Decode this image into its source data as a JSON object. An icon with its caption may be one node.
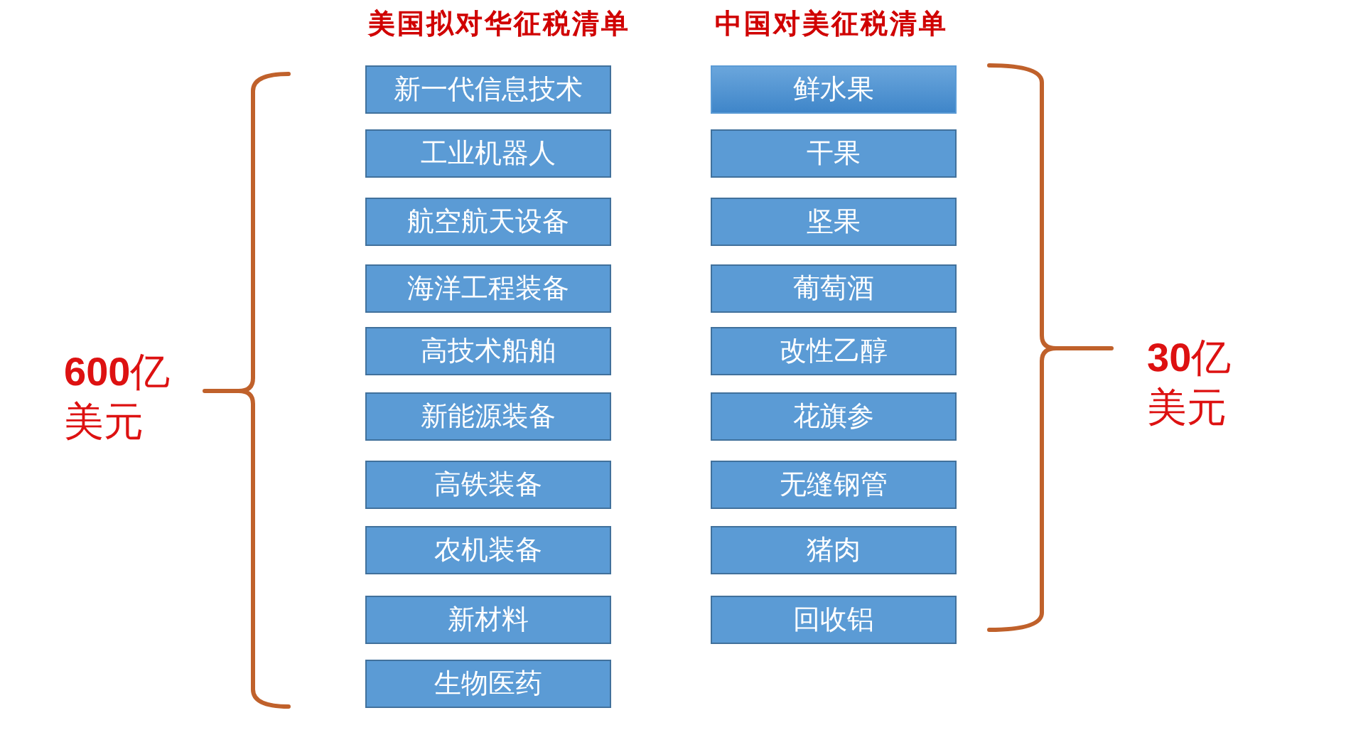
{
  "diagram": {
    "nodes": [
      {
        "text": [
          "新一代信息技术"
        ]
      },
      {
        "text": [
          "工业机器人"
        ]
      },
      {
        "text": [
          "航空航天设备"
        ]
      },
      {
        "text": [
          "海洋工程装备"
        ]
      },
      {
        "text": [
          "高技术船舶"
        ]
      },
      {
        "text": [
          "新能源装备"
        ]
      },
      {
        "text": [
          "高铁装备"
        ]
      },
      {
        "text": [
          "农机装备"
        ]
      },
      {
        "text": [
          "新材料"
        ]
      },
      {
        "text": [
          "生物医药"
        ]
      },
      {
        "text": [
          "鲜水果"
        ]
      },
      {
        "text": [
          "干果"
        ]
      },
      {
        "text": [
          "坚果"
        ]
      },
      {
        "text": [
          "葡萄酒"
        ]
      },
      {
        "text": [
          "改性乙醇"
        ]
      },
      {
        "text": [
          "花旗参"
        ]
      },
      {
        "text": [
          "无缝钢管"
        ]
      },
      {
        "text": [
          "猪肉"
        ]
      },
      {
        "text": [
          "回收铝"
        ]
      }
    ],
    "labels": [
      "美国拟对华征税清单",
      "中国对美征税清单",
      "**600**亿美元",
      "**30**亿美元"
    ]
  }
}
